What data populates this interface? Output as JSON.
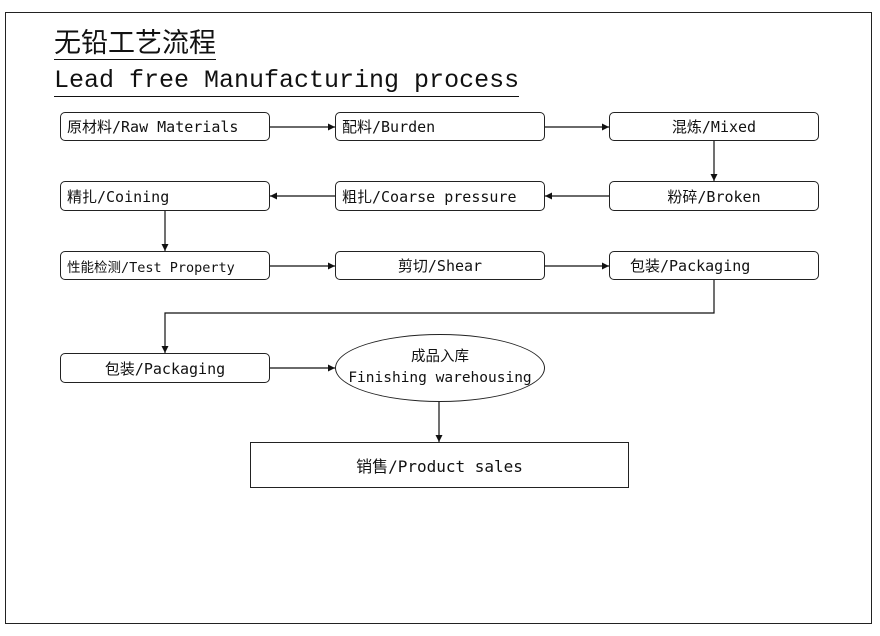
{
  "title": {
    "cn": "无铅工艺流程",
    "en": "Lead free Manufacturing process"
  },
  "steps": {
    "raw_materials": "原材料/Raw Materials",
    "burden": "配料/Burden",
    "mixed": "混炼/Mixed",
    "broken": "粉碎/Broken",
    "coarse_pressure": "粗扎/Coarse pressure",
    "coining": "精扎/Coining",
    "test_property": "性能检测/Test Property",
    "shear": "剪切/Shear",
    "packaging_1": "包装/Packaging",
    "packaging_2": "包装/Packaging",
    "warehousing_cn": "成品入库",
    "warehousing_en": "Finishing warehousing",
    "product_sales": "销售/Product sales"
  }
}
